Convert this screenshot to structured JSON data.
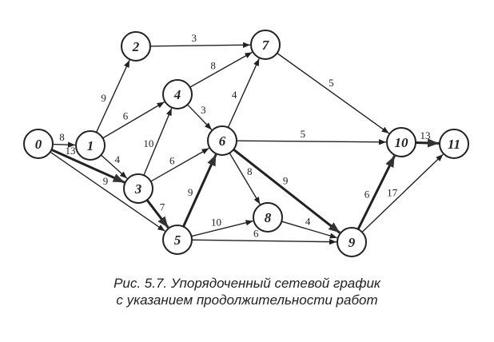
{
  "nodes": [
    "0",
    "1",
    "2",
    "3",
    "4",
    "5",
    "6",
    "7",
    "8",
    "9",
    "10",
    "11"
  ],
  "edges": [
    {
      "from": "0",
      "to": "1",
      "weight": "8",
      "critical": false
    },
    {
      "from": "0",
      "to": "3",
      "weight": "13",
      "critical": true
    },
    {
      "from": "0",
      "to": "5",
      "weight": "9",
      "critical": false
    },
    {
      "from": "1",
      "to": "2",
      "weight": "9",
      "critical": false
    },
    {
      "from": "1",
      "to": "4",
      "weight": "6",
      "critical": false
    },
    {
      "from": "1",
      "to": "3",
      "weight": "4",
      "critical": false
    },
    {
      "from": "2",
      "to": "7",
      "weight": "3",
      "critical": false
    },
    {
      "from": "3",
      "to": "4",
      "weight": "10",
      "critical": false
    },
    {
      "from": "3",
      "to": "6",
      "weight": "6",
      "critical": false
    },
    {
      "from": "3",
      "to": "5",
      "weight": "7",
      "critical": true
    },
    {
      "from": "4",
      "to": "7",
      "weight": "8",
      "critical": false
    },
    {
      "from": "4",
      "to": "6",
      "weight": "3",
      "critical": false
    },
    {
      "from": "6",
      "to": "7",
      "weight": "4",
      "critical": false
    },
    {
      "from": "6",
      "to": "10",
      "weight": "5",
      "critical": false
    },
    {
      "from": "6",
      "to": "8",
      "weight": "8",
      "critical": false
    },
    {
      "from": "6",
      "to": "9",
      "weight": "9",
      "critical": true
    },
    {
      "from": "5",
      "to": "6",
      "weight": "9",
      "critical": true
    },
    {
      "from": "5",
      "to": "8",
      "weight": "10",
      "critical": false
    },
    {
      "from": "5",
      "to": "9",
      "weight": "6",
      "critical": false
    },
    {
      "from": "8",
      "to": "9",
      "weight": "4",
      "critical": false
    },
    {
      "from": "9",
      "to": "10",
      "weight": "6",
      "critical": true
    },
    {
      "from": "9",
      "to": "11",
      "weight": "17",
      "critical": false
    },
    {
      "from": "7",
      "to": "10",
      "weight": "5",
      "critical": false
    },
    {
      "from": "10",
      "to": "11",
      "weight": "13",
      "critical": true
    }
  ],
  "caption": {
    "line1": "Рис. 5.7. Упорядоченный сетевой график",
    "line2": "с указанием продолжительности работ"
  }
}
